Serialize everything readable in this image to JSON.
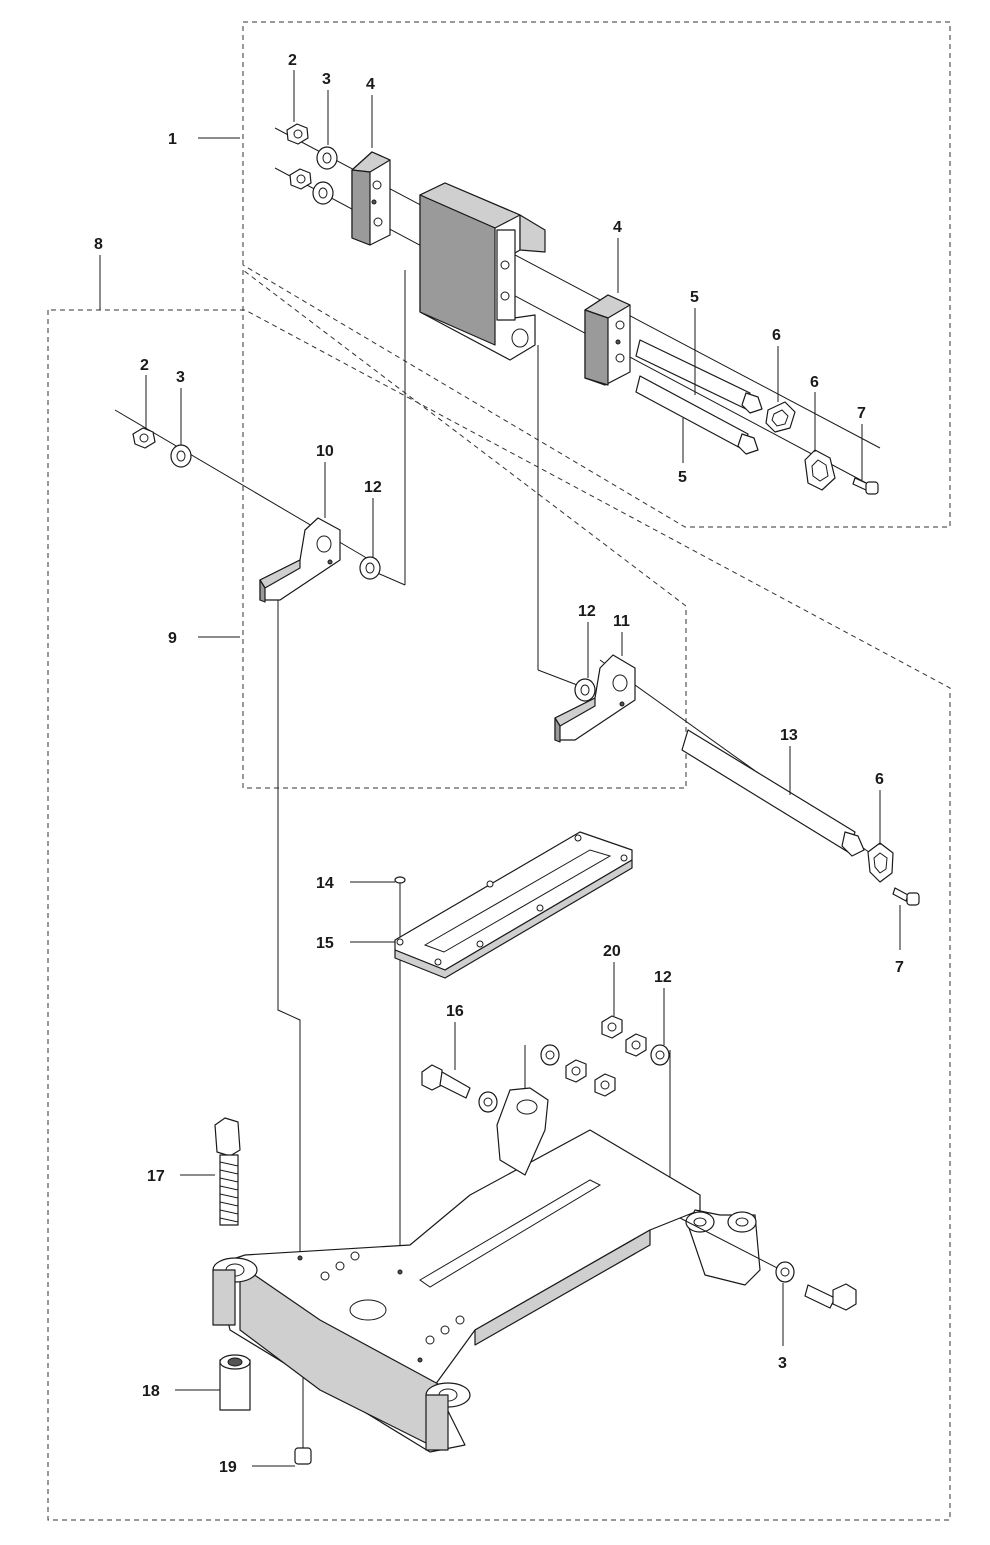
{
  "diagram": {
    "callouts": {
      "c1": "1",
      "c2a": "2",
      "c3a": "3",
      "c4a": "4",
      "c4b": "4",
      "c5a": "5",
      "c5b": "5",
      "c6a": "6",
      "c6b": "6",
      "c7a": "7",
      "c8": "8",
      "c2b": "2",
      "c3b": "3",
      "c10": "10",
      "c12a": "12",
      "c9": "9",
      "c12b": "12",
      "c11": "11",
      "c13": "13",
      "c6c": "6",
      "c7b": "7",
      "c14": "14",
      "c15": "15",
      "c20": "20",
      "c12c": "12",
      "c16": "16",
      "c17": "17",
      "c18": "18",
      "c19": "19",
      "c3c": "3"
    }
  }
}
